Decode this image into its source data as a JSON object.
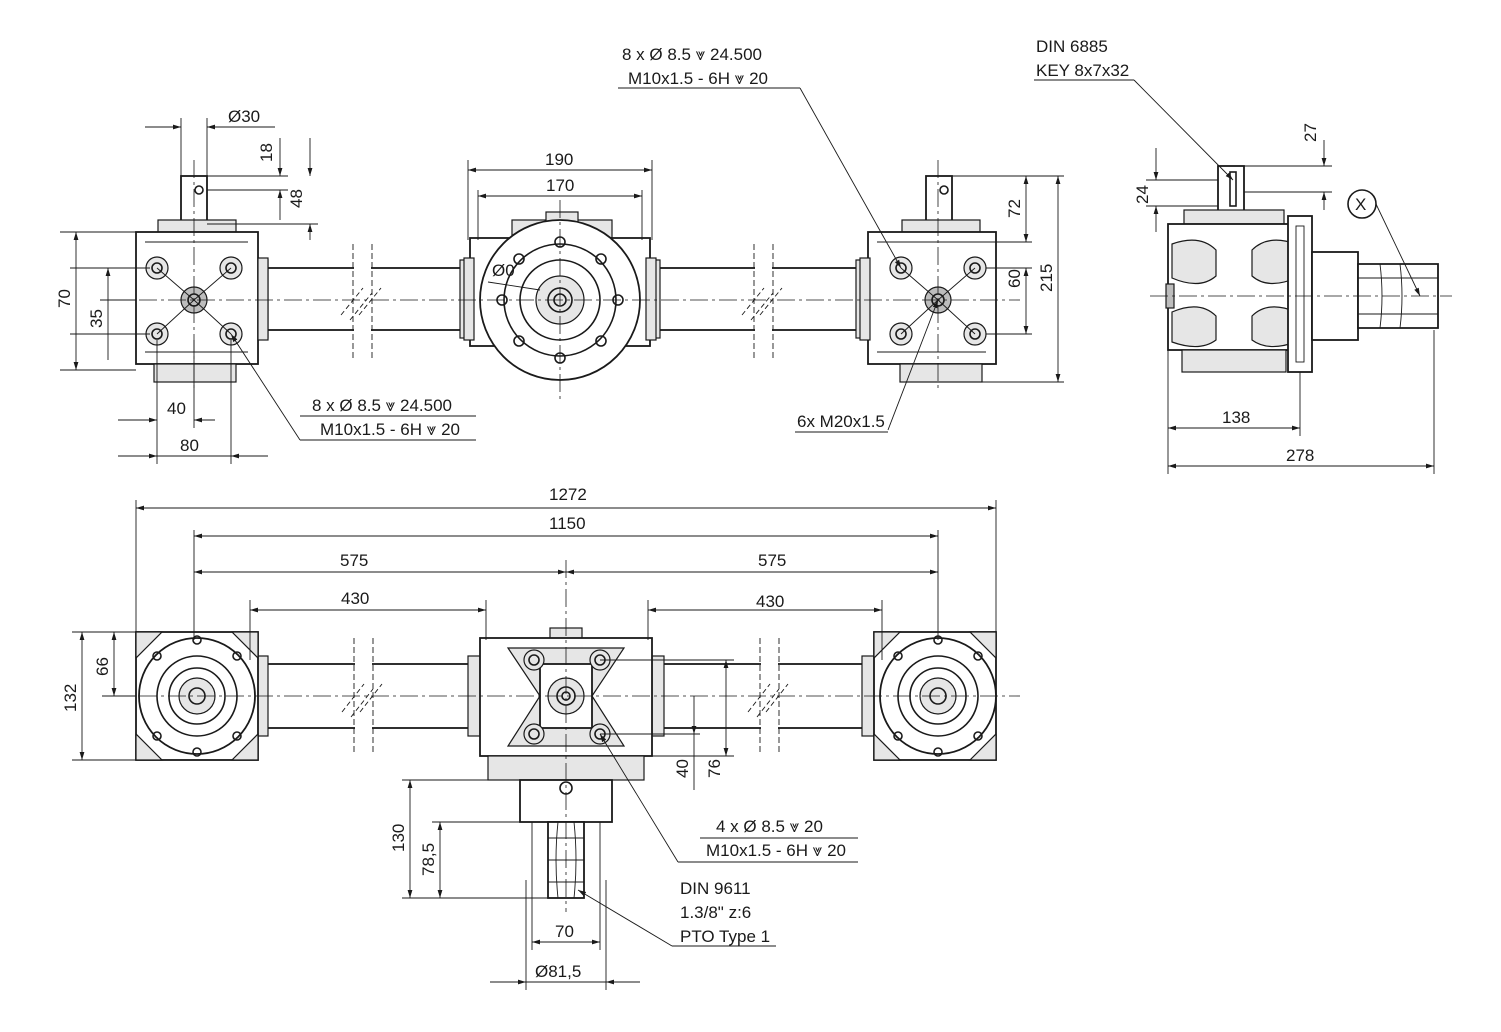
{
  "top_view": {
    "left_box": {
      "dim_shaft_dia": "Ø30",
      "dim_18": "18",
      "dim_48": "48",
      "dim_70": "70",
      "dim_35": "35",
      "dim_40": "40",
      "dim_80": "80",
      "note_line1": "8 x Ø 8.5 ⩔ 24.500",
      "note_line2": "M10x1.5 - 6H ⩔ 20"
    },
    "center_box": {
      "dim_190": "190",
      "dim_170": "170",
      "dim_dia_partial": "Ø0"
    },
    "right_box": {
      "dim_72": "72",
      "dim_60": "60",
      "dim_215": "215",
      "note_thread": "6x M20x1.5",
      "top_note_line1": "8 x Ø 8.5 ⩔ 24.500",
      "top_note_line2": "M10x1.5 - 6H ⩔ 20"
    }
  },
  "side_view": {
    "key_line1": "DIN 6885",
    "key_line2": "KEY 8x7x32",
    "dim_27": "27",
    "dim_24": "24",
    "dim_138": "138",
    "dim_278": "278",
    "detail_label": "X"
  },
  "front_view": {
    "dim_1272": "1272",
    "dim_1150": "1150",
    "dim_575_left": "575",
    "dim_575_right": "575",
    "dim_430_left": "430",
    "dim_430_right": "430",
    "dim_132": "132",
    "dim_66": "66",
    "dim_40": "40",
    "dim_76": "76",
    "dim_130": "130",
    "dim_78_5": "78,5",
    "dim_70": "70",
    "dim_81_5": "Ø81,5",
    "hole_note_line1": "4 x Ø 8.5 ⩔ 20",
    "hole_note_line2": "M10x1.5 - 6H ⩔ 20",
    "pto_line1": "DIN 9611",
    "pto_line2": "1.3/8\" z:6",
    "pto_line3": "PTO Type 1"
  }
}
